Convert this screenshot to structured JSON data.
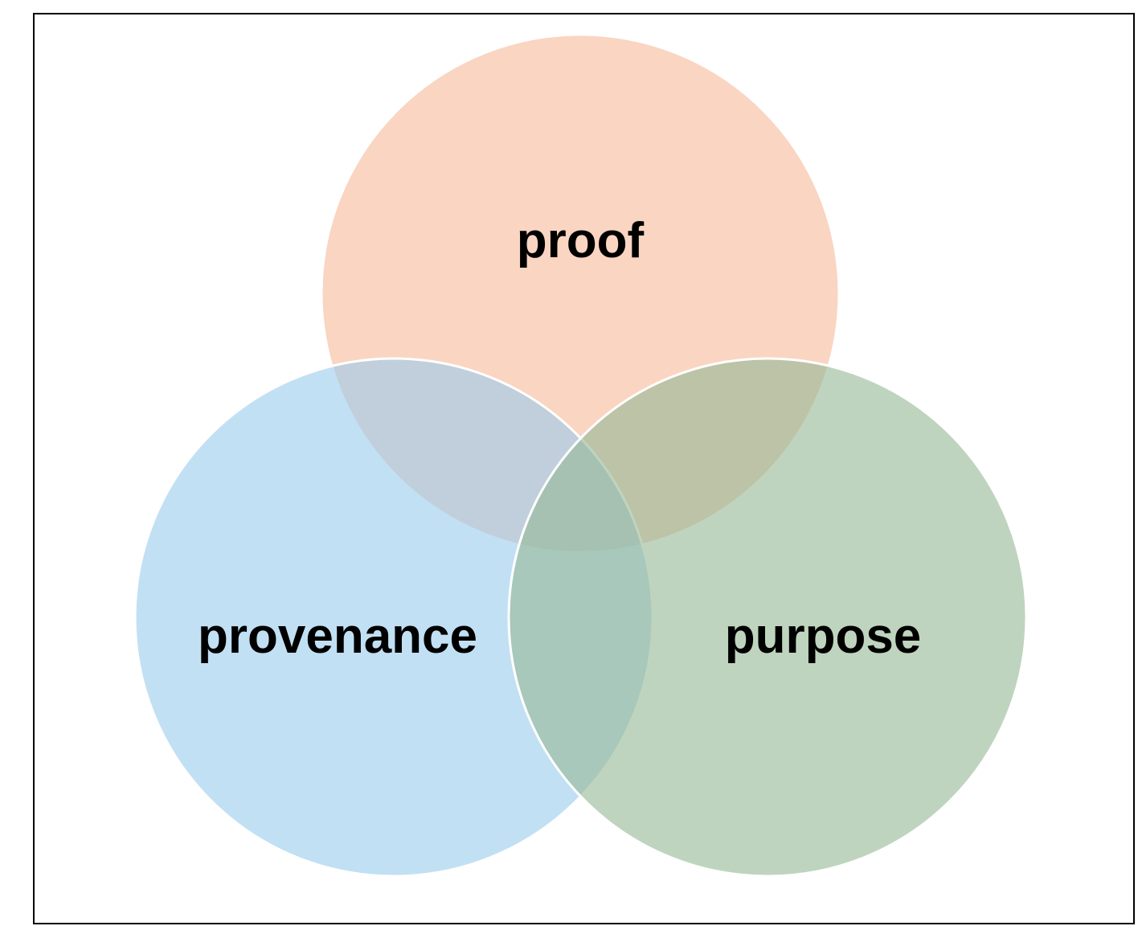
{
  "diagram": {
    "type": "venn",
    "circles": [
      {
        "id": "top",
        "label": "proof",
        "color": "#f5b99a"
      },
      {
        "id": "left",
        "label": "provenance",
        "color": "#9acceb"
      },
      {
        "id": "right",
        "label": "purpose",
        "color": "#94b794"
      }
    ],
    "border_color": "#000000",
    "outline_color": "#ffffff"
  }
}
